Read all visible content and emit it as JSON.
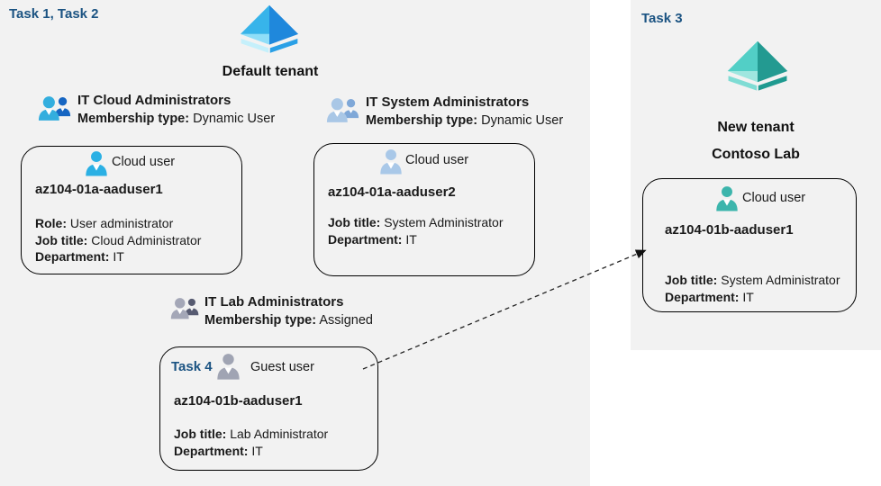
{
  "colors": {
    "panel_bg": "#f2f2f2",
    "task_label_blue": "#1b5382",
    "box_border": "#000000",
    "body_text": "#1a1a1a",
    "cloud_user_cyan": "#2bb0e4",
    "cloud_user_pale_blue": "#a9c8e8",
    "guest_user_gray": "#a0a4b3",
    "cloud_user_teal": "#3cb5ac",
    "entra_blue_light": "#8fdef8",
    "entra_blue_dark": "#1f88dc",
    "entra_teal_light": "#9fe6df",
    "entra_teal_dark": "#1f9a90"
  },
  "left_panel": {
    "task_label": "Task 1, Task 2",
    "tenant_name": "Default tenant",
    "tenant_icon": "azure-ad-blue-pyramid-icon",
    "groups": [
      {
        "icon": "users-group-icon",
        "name": "IT Cloud Administrators",
        "membership_label": "Membership type:",
        "membership_value": "Dynamic User"
      },
      {
        "icon": "users-group-icon",
        "name": "IT System Administrators",
        "membership_label": "Membership type:",
        "membership_value": "Dynamic User"
      },
      {
        "icon": "users-group-icon",
        "name": "IT Lab Administrators",
        "membership_label": "Membership type:",
        "membership_value": "Assigned"
      }
    ],
    "users": [
      {
        "icon": "cloud-user-icon",
        "type_label": "Cloud user",
        "name": "az104-01a-aaduser1",
        "fields": [
          {
            "label": "Role:",
            "value": "User administrator"
          },
          {
            "label": "Job title:",
            "value": "Cloud Administrator"
          },
          {
            "label": "Department:",
            "value": "IT"
          }
        ]
      },
      {
        "icon": "cloud-user-icon",
        "type_label": "Cloud user",
        "name": "az104-01a-aaduser2",
        "fields": [
          {
            "label": "Job title:",
            "value": "System Administrator"
          },
          {
            "label": "Department:",
            "value": "IT"
          }
        ]
      },
      {
        "icon": "guest-user-icon",
        "task_label": "Task 4",
        "type_label": "Guest user",
        "name": "az104-01b-aaduser1",
        "fields": [
          {
            "label": "Job title:",
            "value": "Lab Administrator"
          },
          {
            "label": "Department:",
            "value": "IT"
          }
        ]
      }
    ]
  },
  "right_panel": {
    "task_label": "Task 3",
    "tenant_name_line1": "New tenant",
    "tenant_name_line2": "Contoso Lab",
    "tenant_icon": "azure-ad-teal-pyramid-icon",
    "user": {
      "icon": "cloud-user-icon",
      "type_label": "Cloud user",
      "name": "az104-01b-aaduser1",
      "fields": [
        {
          "label": "Job title:",
          "value": "System Administrator"
        },
        {
          "label": "Department:",
          "value": "IT"
        }
      ]
    }
  },
  "arrow": {
    "meaning": "guest invitation from new tenant user to default tenant guest user",
    "style": "dashed"
  }
}
